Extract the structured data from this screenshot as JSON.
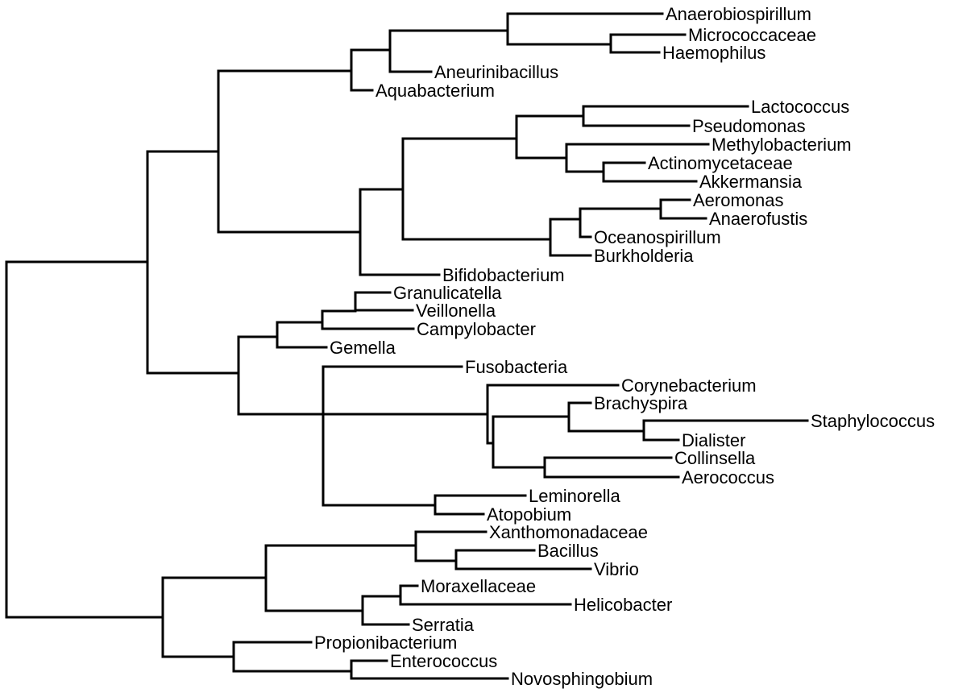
{
  "diagram": {
    "type": "phylogenetic-tree",
    "line_color": "#000000",
    "background": "#ffffff",
    "taxa": [
      "Anaerobiospirillum",
      "Micrococcaceae",
      "Haemophilus",
      "Aneurinibacillus",
      "Aquabacterium",
      "Lactococcus",
      "Pseudomonas",
      "Methylobacterium",
      "Actinomycetaceae",
      "Akkermansia",
      "Aeromonas",
      "Anaerofustis",
      "Oceanospirillum",
      "Burkholderia",
      "Bifidobacterium",
      "Granulicatella",
      "Veillonella",
      "Campylobacter",
      "Gemella",
      "Fusobacteria",
      "Corynebacterium",
      "Brachyspira",
      "Staphylococcus",
      "Dialister",
      "Collinsella",
      "Aerococcus",
      "Leminorella",
      "Atopobium",
      "Xanthomonadaceae",
      "Bacillus",
      "Vibrio",
      "Moraxellaceae",
      "Helicobacter",
      "Serratia",
      "Propionibacterium",
      "Enterococcus",
      "Novosphingobium"
    ]
  }
}
